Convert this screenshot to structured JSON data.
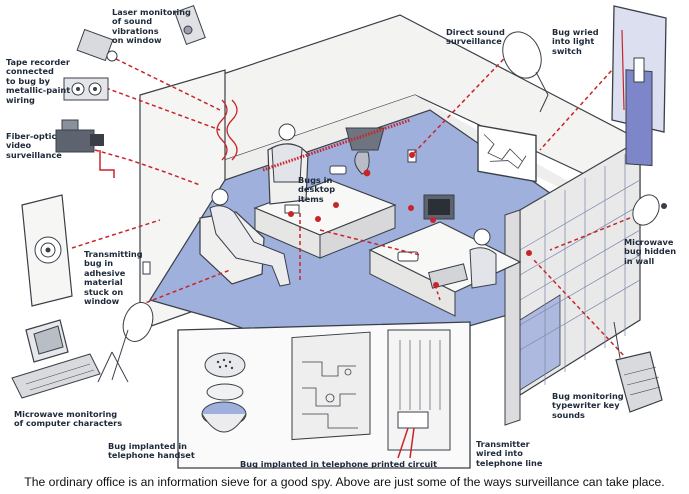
{
  "colors": {
    "floor": "#9fb0dc",
    "wall": "#f3f3f1",
    "wall_right": "#e9e9ea",
    "outline": "#3a3f47",
    "wire": "#c8252b",
    "bug": "#c8252b",
    "text": "#1e2a3a",
    "inset": "#fafafa"
  },
  "labels": {
    "laser": "Laser monitoring\nof sound\nvibrations\non window",
    "tape": "Tape recorder\nconnected\nto bug by\nmetallic-paint\nwiring",
    "fiber": "Fiber-optic\nvideo\nsurveillance",
    "transmitting": "Transmitting\nbug in\nadhesive\nmaterial\nstuck on\nwindow",
    "microwave_computer": "Microwave monitoring\nof computer characters",
    "handset": "Bug implanted in\ntelephone handset",
    "circuit": "Bug implanted in telephone printed circuit",
    "transmitter": "Transmitter\nwired into\ntelephone line",
    "typewriter": "Bug monitoring\ntypewriter key\nsounds",
    "microwave_wall": "Microwave\nbug hidden\nin wall",
    "light_switch": "Bug wried\ninto light\nswitch",
    "direct_sound": "Direct sound\nsurveillance",
    "desktop": "Bugs in\ndesktop\nitems"
  },
  "caption": "The ordinary office is an information sieve for a good spy.  Above are just some of the ways surveillance can take place."
}
